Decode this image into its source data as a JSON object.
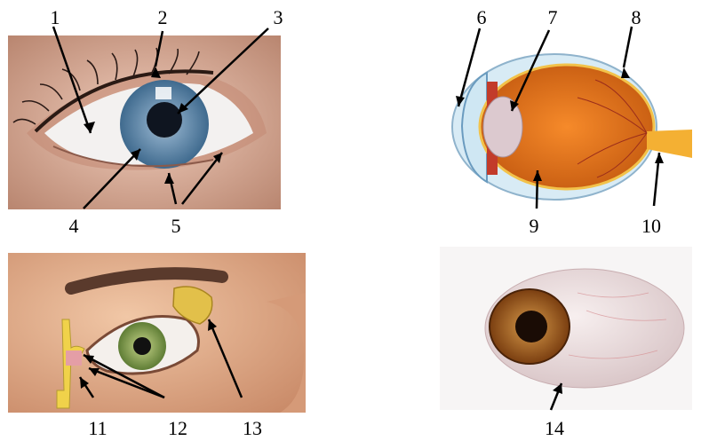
{
  "labels": {
    "n1": "1",
    "n2": "2",
    "n3": "3",
    "n4": "4",
    "n5": "5",
    "n6": "6",
    "n7": "7",
    "n8": "8",
    "n9": "9",
    "n10": "10",
    "n11": "11",
    "n12": "12",
    "n13": "13",
    "n14": "14"
  },
  "panels": [
    {
      "id": "external-eye-photo",
      "depicts": "close-up of a blue human eye with eyelashes"
    },
    {
      "id": "eye-cross-section",
      "depicts": "sagittal section of the eyeball with lens, retina and optic nerve"
    },
    {
      "id": "lacrimal-apparatus",
      "depicts": "face with green eye, lacrimal gland and nasolacrimal duct"
    },
    {
      "id": "eyeball-model",
      "depicts": "isolated eyeball with brown iris"
    }
  ],
  "colors": {
    "iris_blue": "#5d86a8",
    "sclera": "#f1efee",
    "skin": "#d9a28a",
    "retina_orange": "#e8741e",
    "gland_yellow": "#e8c24a",
    "iris_green": "#8aa656",
    "iris_brown": "#8a4a16"
  }
}
